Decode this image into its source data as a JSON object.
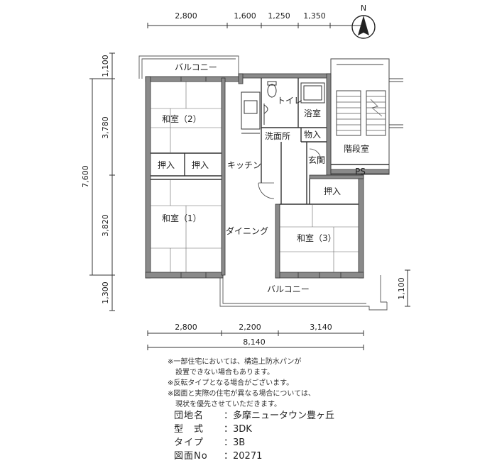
{
  "compass": {
    "north": "N"
  },
  "dimensions": {
    "top": [
      "2,800",
      "1,600",
      "1,250",
      "1,350"
    ],
    "left": [
      "1,100",
      "3,780",
      "7,600",
      "3,820",
      "1,300"
    ],
    "right": [
      "1,100"
    ],
    "bottom": [
      "2,800",
      "2,200",
      "3,140"
    ],
    "bottom_total": "8,140"
  },
  "rooms": {
    "balcony_top": "バルコニー",
    "washitsu_2": "和室（2）",
    "oshiire_1": "押入",
    "oshiire_2": "押入",
    "kitchen": "キッチン",
    "toilet": "トイレ",
    "bath": "浴室",
    "washroom": "洗面所",
    "storage": "物入",
    "stairwell": "階段室",
    "entrance": "玄関",
    "ps": "PS",
    "oshiire_3": "押入",
    "washitsu_1": "和室（1）",
    "dining": "ダイニング",
    "washitsu_3": "和室（3）",
    "balcony_bottom": "バルコニー"
  },
  "notes": [
    "※一部住宅においては、構造上防水パンが",
    "設置できない場合もあります。",
    "※反転タイプとなる場合がございます。",
    "※図面と実際の住宅が異なる場合については、",
    "現状を優先させていただきます。"
  ],
  "spec": {
    "estate_label": "団地名",
    "estate_value": "：多摩ニュータウン豊ヶ丘",
    "type_label": "型　式",
    "type_value": "：3DK",
    "subtype_label": "タイプ",
    "subtype_value": "：3B",
    "drawing_label": "図面No",
    "drawing_value": "：20271"
  }
}
